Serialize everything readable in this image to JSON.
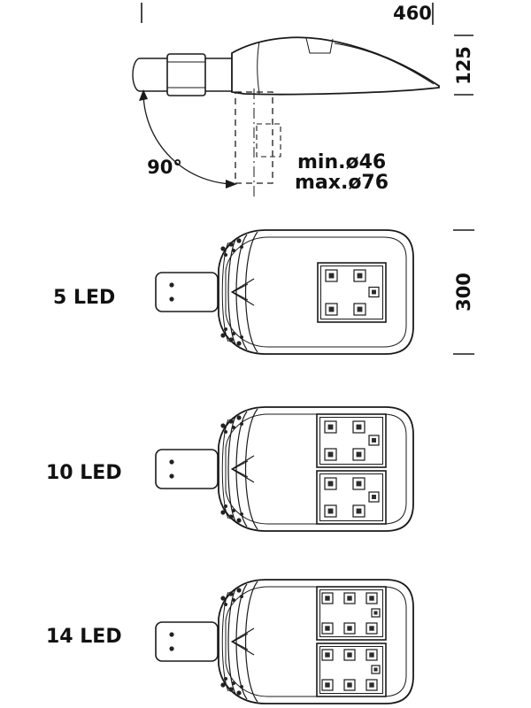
{
  "dimensions": {
    "overall_length": "460",
    "height": "125",
    "body_length": "300",
    "tilt_angle": "90°",
    "pole_diameter_min": "min.ø46",
    "pole_diameter_max": "max.ø76"
  },
  "variants": [
    {
      "label": "5 LED",
      "total_leds": 5,
      "panels": [
        {
          "count": 5
        }
      ]
    },
    {
      "label": "10 LED",
      "total_leds": 10,
      "panels": [
        {
          "count": 5
        },
        {
          "count": 5
        }
      ]
    },
    {
      "label": "14 LED",
      "total_leds": 14,
      "panels": [
        {
          "count": 7
        },
        {
          "count": 7
        }
      ]
    }
  ],
  "colors": {
    "line": "#1a1a1a",
    "background": "#ffffff",
    "led_fill": "#2b2b2b"
  }
}
